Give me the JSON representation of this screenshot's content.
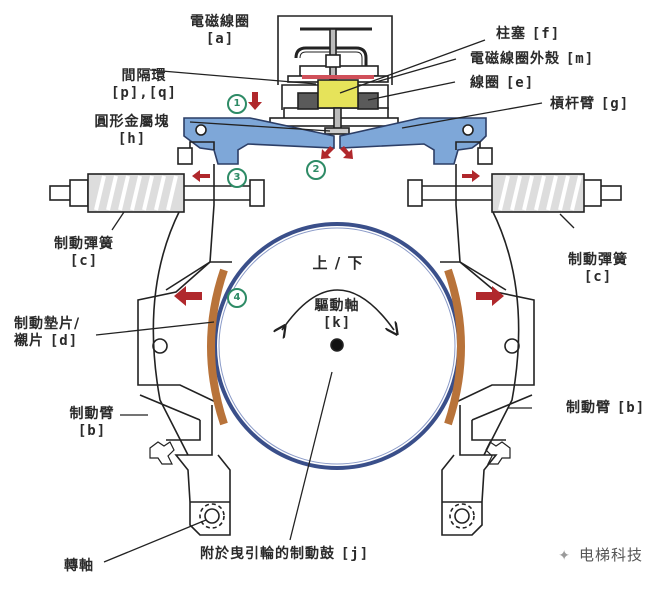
{
  "diagram": {
    "subject": "Elevator electromagnetic brake assembly",
    "colors": {
      "lever_arm": "#7ea7d8",
      "plunger": "#e6e35a",
      "coil": "#5a5a5a",
      "spacer": "#d0505a",
      "brake_lining": "#b8733a",
      "drum_rim": "#3a4f8a",
      "force_arrow": "#b0282c",
      "step_circle": "#2e8b66",
      "line": "#222222"
    },
    "labels": {
      "coil_a": {
        "name": "電磁線圈",
        "tag": "[a]"
      },
      "spacer_pq": {
        "name": "間隔環",
        "tag": "[p],[q]"
      },
      "round_metal_h": {
        "name": "圓形金屬塊",
        "tag": "[h]"
      },
      "plunger_f": {
        "name": "柱塞",
        "tag": "[f]"
      },
      "coil_housing_m": {
        "name": "電磁線圈外殼",
        "tag": "[m]"
      },
      "winding_e": {
        "name": "線圈",
        "tag": "[e]"
      },
      "lever_arm_g": {
        "name": "槓杆臂",
        "tag": "[g]"
      },
      "brake_spring_left": {
        "name": "制動彈簧",
        "tag": "[c]"
      },
      "brake_spring_right": {
        "name": "制動彈簧",
        "tag": "[c]"
      },
      "brake_pad_d": {
        "name_line1": "制動墊片/",
        "name_line2": "襯片",
        "tag": "[d]"
      },
      "brake_arm_left": {
        "name": "制動臂",
        "tag": "[b]"
      },
      "brake_arm_right": {
        "name": "制動臂",
        "tag": "[b]"
      },
      "direction": "上 / 下",
      "drive_shaft_k": {
        "name": "驅動軸",
        "tag": "[k]"
      },
      "pivot": {
        "name": "轉軸"
      },
      "brake_drum_j": {
        "name": "附於曳引輪的制動鼓",
        "tag": "[j]"
      }
    },
    "steps": [
      "1",
      "2",
      "3",
      "4"
    ],
    "watermark": {
      "icon": "wechat-icon",
      "text": "电梯科技"
    }
  }
}
